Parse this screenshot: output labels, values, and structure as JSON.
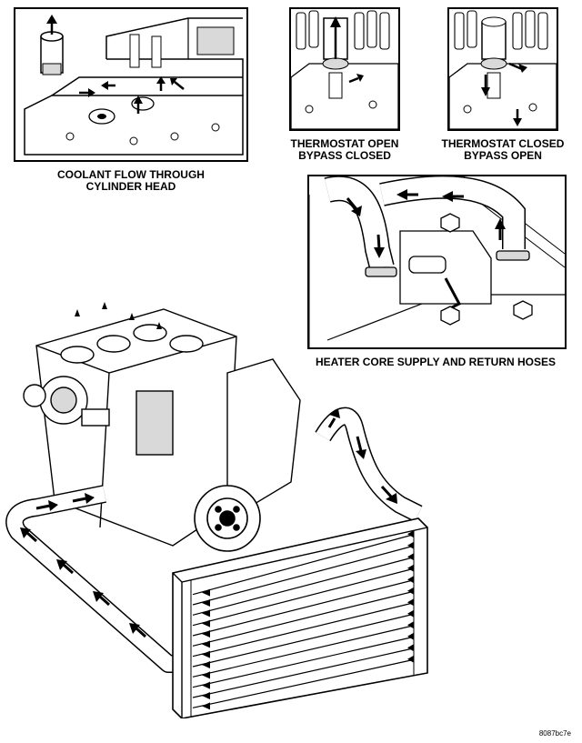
{
  "captions": {
    "cylinder_head": [
      "COOLANT FLOW THROUGH",
      "CYLINDER HEAD"
    ],
    "thermostat_open": [
      "THERMOSTAT OPEN",
      "BYPASS CLOSED"
    ],
    "thermostat_closed": [
      "THERMOSTAT CLOSED",
      "BYPASS OPEN"
    ],
    "heater_hoses": [
      "HEATER CORE SUPPLY AND RETURN HOSES"
    ]
  },
  "figure_id": "8087bc7e",
  "colors": {
    "line": "#000000",
    "background": "#ffffff",
    "shade": "#d9d9d9"
  },
  "heater_core": {
    "flow_passes": 12
  },
  "icons": [
    "flow-arrow-icon",
    "hose-clamp-icon",
    "bolt-icon",
    "pulley-icon",
    "turbocharger-icon"
  ]
}
